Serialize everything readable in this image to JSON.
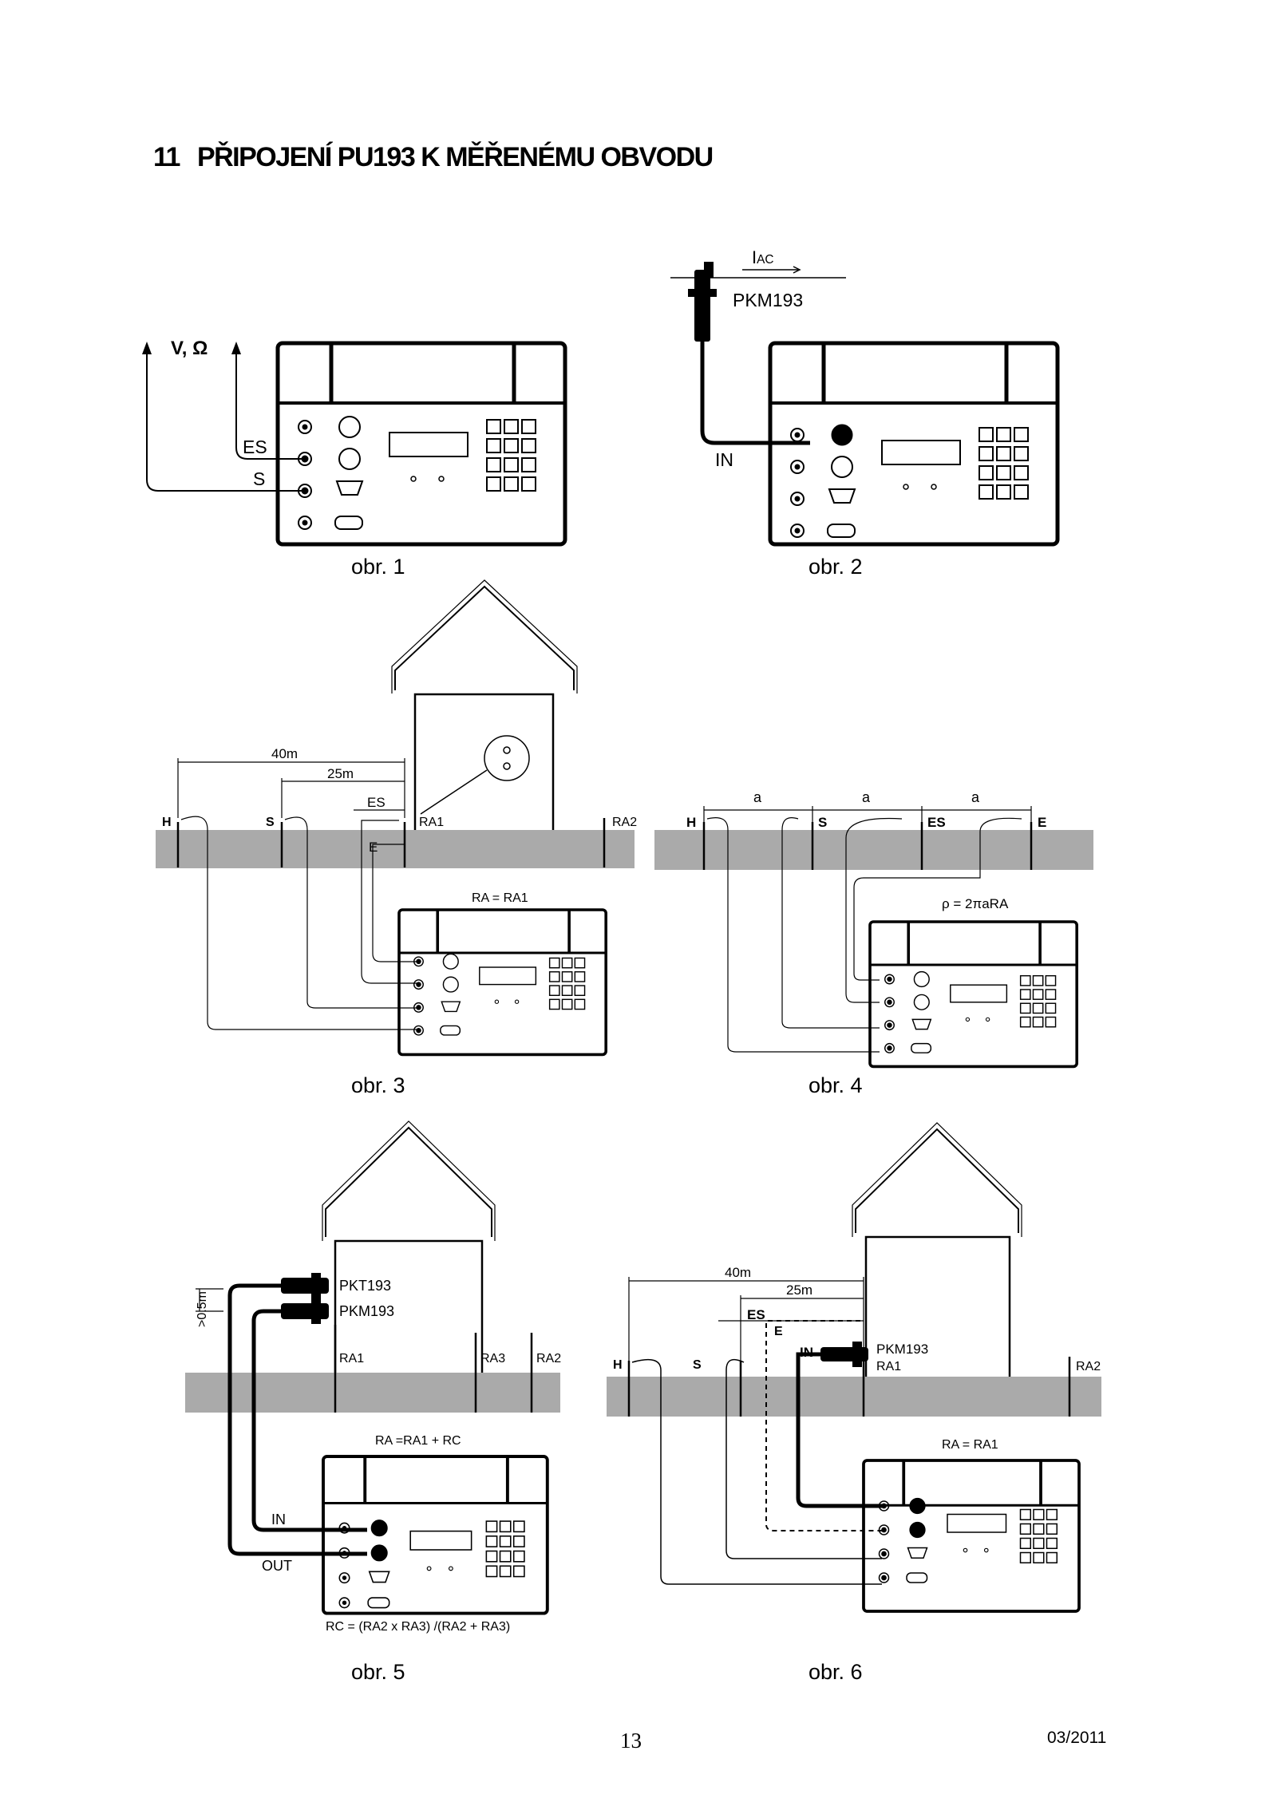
{
  "heading": {
    "number": "11",
    "title": "PŘIPOJENÍ PU193 K MĚŘENÉMU OBVODU"
  },
  "figures": {
    "fig1": {
      "caption": "obr. 1",
      "voltage_label": "V, Ω",
      "es_label": "ES",
      "s_label": "S"
    },
    "fig2": {
      "caption": "obr. 2",
      "current_label": "I",
      "current_sub": "AC",
      "clamp_label": "PKM193",
      "in_label": "IN"
    },
    "fig3": {
      "caption": "obr. 3",
      "dist_40": "40m",
      "dist_25": "25m",
      "h": "H",
      "s": "S",
      "es": "ES",
      "e": "E",
      "ra1": "RA1",
      "ra2": "RA2",
      "formula": "RA = RA1"
    },
    "fig4": {
      "caption": "obr. 4",
      "a1": "a",
      "a2": "a",
      "a3": "a",
      "h": "H",
      "s": "S",
      "es": "ES",
      "e": "E",
      "formula": "ρ = 2πaRA"
    },
    "fig5": {
      "caption": "obr. 5",
      "dist": ">0.5m",
      "pkt": "PKT193",
      "pkm": "PKM193",
      "ra1": "RA1",
      "ra3": "RA3",
      "ra2": "RA2",
      "formula": "RA =RA1 + RC",
      "in": "IN",
      "out": "OUT",
      "rc_formula": "RC = (RA2 x RA3) /(RA2 + RA3)"
    },
    "fig6": {
      "caption": "obr. 6",
      "dist_40": "40m",
      "dist_25": "25m",
      "h": "H",
      "s": "S",
      "es": "ES",
      "e": "E",
      "in": "IN",
      "pkm": "PKM193",
      "ra1": "RA1",
      "ra2": "RA2",
      "formula": "RA = RA1"
    }
  },
  "footer": {
    "page_number": "13",
    "date": "03/2011"
  }
}
